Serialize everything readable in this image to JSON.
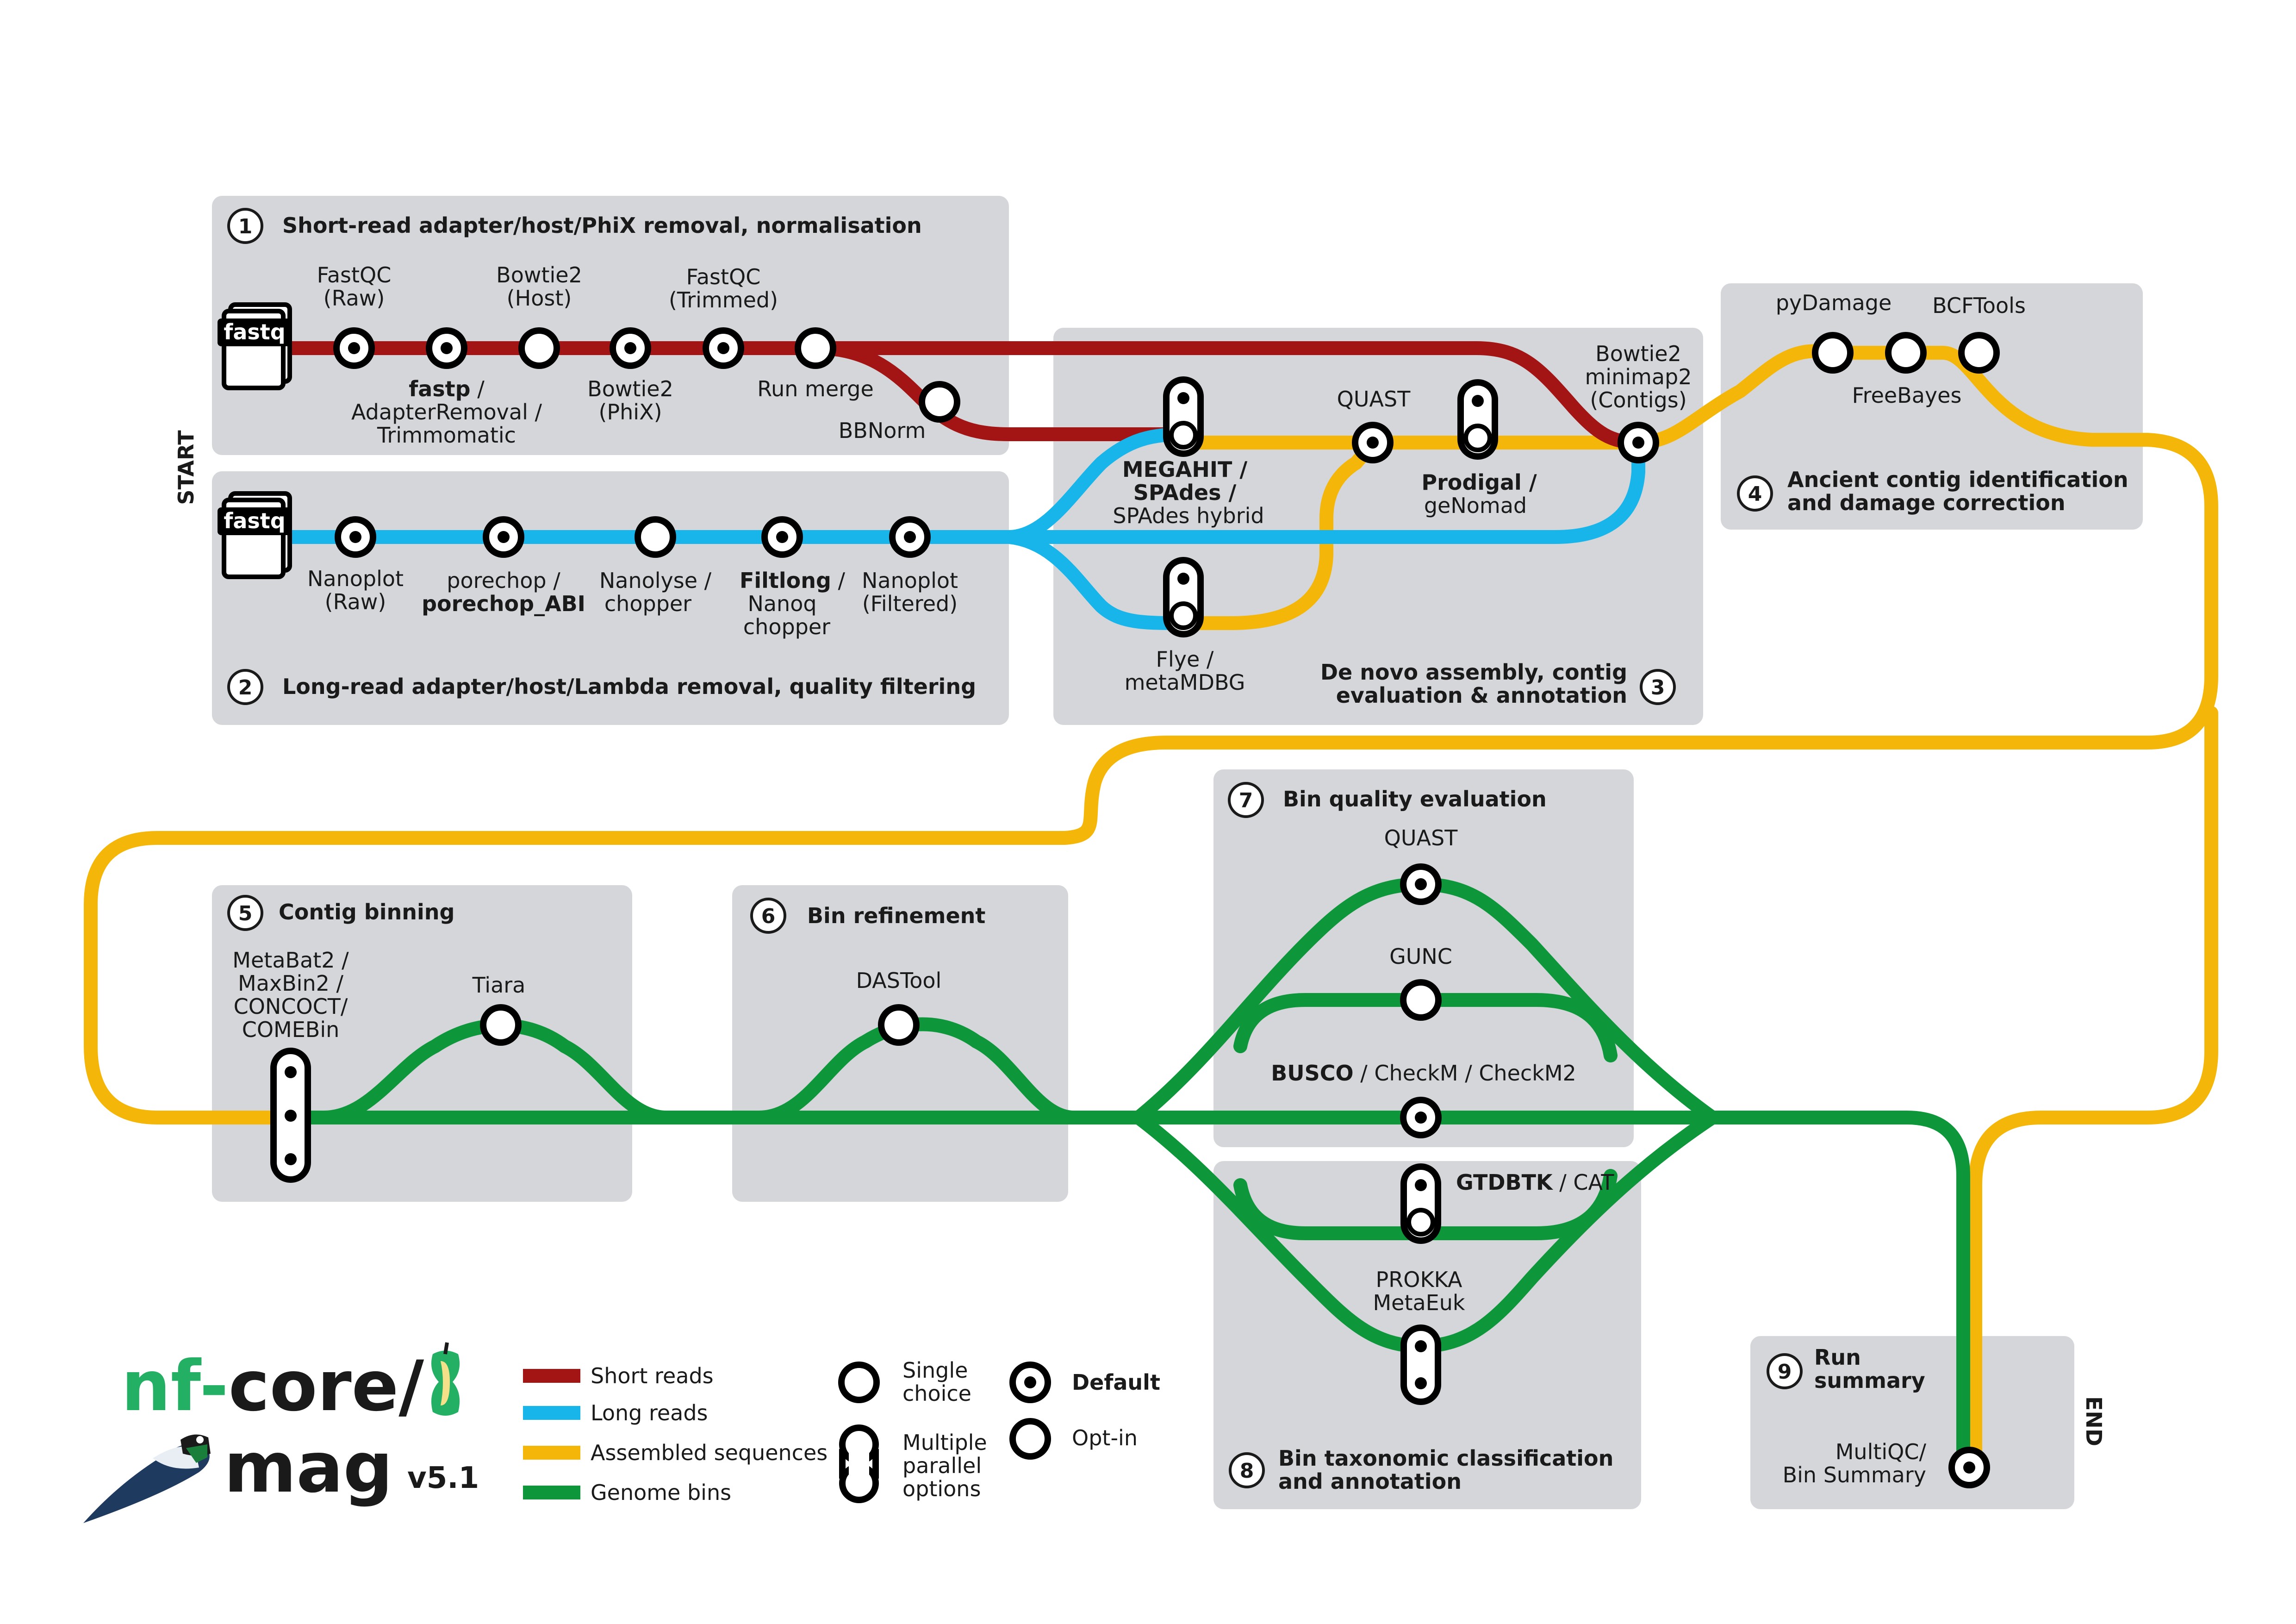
{
  "colors": {
    "short_reads": "#a31515",
    "long_reads": "#17b5ea",
    "assembled": "#f5b60a",
    "genome_bins": "#0e963b",
    "box": "#d4d6da",
    "nfcore_green": "#24b064"
  },
  "labels": {
    "start": "START",
    "end": "END",
    "fastq": "fastq"
  },
  "sections": [
    {
      "num": "1",
      "title": "Short-read adapter/host/PhiX removal, normalisation"
    },
    {
      "num": "2",
      "title": "Long-read adapter/host/Lambda removal, quality filtering"
    },
    {
      "num": "3",
      "title_lines": [
        "De novo assembly, contig",
        "evaluation & annotation"
      ]
    },
    {
      "num": "4",
      "title_lines": [
        "Ancient contig identification",
        "and damage correction"
      ]
    },
    {
      "num": "5",
      "title": "Contig binning"
    },
    {
      "num": "6",
      "title": "Bin refinement"
    },
    {
      "num": "7",
      "title": "Bin quality evaluation"
    },
    {
      "num": "8",
      "title_lines": [
        "Bin taxonomic classification",
        "and annotation"
      ]
    },
    {
      "num": "9",
      "title_lines": [
        "Run",
        "summary"
      ]
    }
  ],
  "tools": {
    "fastqc_raw": [
      "FastQC",
      "(Raw)"
    ],
    "bowtie2_host": [
      "Bowtie2",
      "(Host)"
    ],
    "fastqc_trimmed": [
      "FastQC",
      "(Trimmed)"
    ],
    "fastp_line1": {
      "bold": "fastp",
      "rest": " /"
    },
    "fastp_rest": [
      "AdapterRemoval /",
      "Trimmomatic"
    ],
    "bowtie2_phix": [
      "Bowtie2",
      "(PhiX)"
    ],
    "run_merge": "Run merge",
    "bbnorm": "BBNorm",
    "nanoplot_raw": [
      "Nanoplot",
      "(Raw)"
    ],
    "porechop": [
      "porechop /",
      "porechop_ABI"
    ],
    "nanolyse": [
      "Nanolyse /",
      "chopper"
    ],
    "filtlong_line1": {
      "bold": "Filtlong",
      "rest": " /"
    },
    "filtlong_rest": [
      "Nanoq",
      "chopper"
    ],
    "nanoplot_filtered": [
      "Nanoplot",
      "(Filtered)"
    ],
    "megahit_lines": [
      "MEGAHIT /",
      "SPAdes /"
    ],
    "megahit_last": "SPAdes hybrid",
    "flye": [
      "Flye /",
      "metaMDBG"
    ],
    "quast_contigs": "QUAST",
    "prodigal_line1": "Prodigal /",
    "prodigal_rest": "geNomad",
    "bowtie2_contigs": [
      "Bowtie2",
      "minimap2",
      "(Contigs)"
    ],
    "pydamage": "pyDamage",
    "bcftools": "BCFTools",
    "freebayes": "FreeBayes",
    "binners": [
      "MetaBat2 /",
      "MaxBin2 /",
      "CONCOCT/",
      "COMEBin"
    ],
    "tiara": "Tiara",
    "dastool": "DASTool",
    "quast_bins": "QUAST",
    "gunc": "GUNC",
    "busco": {
      "bold": "BUSCO",
      "rest": " / CheckM / CheckM2"
    },
    "gtdbtk": {
      "bold": "GTDBTK",
      "rest": " / CAT"
    },
    "prokka": [
      "PROKKA",
      "MetaEuk"
    ],
    "multiqc": [
      "MultiQC/",
      "Bin Summary"
    ]
  },
  "legend": {
    "lines": [
      "Short reads",
      "Long reads",
      "Assembled sequences",
      "Genome bins"
    ],
    "single_choice": [
      "Single",
      "choice"
    ],
    "multiple": [
      "Multiple",
      "parallel",
      "options"
    ],
    "default": "Default",
    "optin": "Opt-in"
  },
  "logo": {
    "nf": "nf-",
    "core": "core/",
    "mag": "mag",
    "version": "v5.1"
  }
}
